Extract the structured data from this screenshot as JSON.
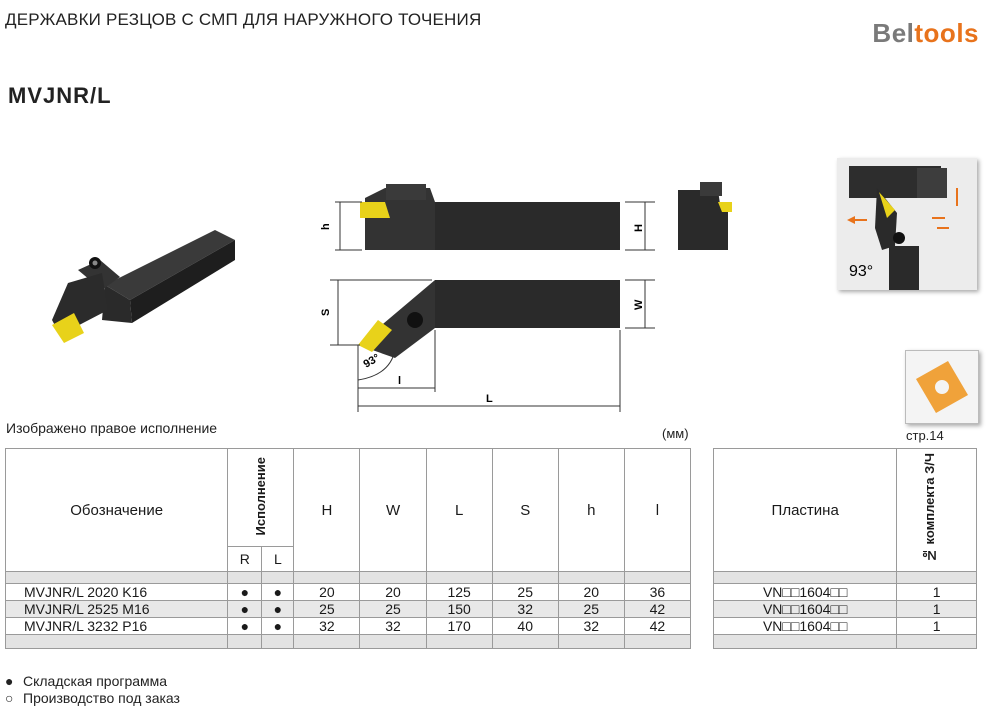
{
  "header": {
    "title": "ДЕРЖАВКИ РЕЗЦОВ С СМП ДЛЯ НАРУЖНОГО ТОЧЕНИЯ",
    "brand_part1": "Bel",
    "brand_part2": "tools"
  },
  "product_code": "MVJNR/L",
  "drawing": {
    "labels": {
      "h": "h",
      "H": "H",
      "S": "S",
      "W": "W",
      "angle": "93°",
      "l": "l",
      "L": "L"
    },
    "info_angle": "93°"
  },
  "caption": "Изображено правое исполнение",
  "units": "(мм)",
  "page_ref": "стр.14",
  "table": {
    "headers": {
      "designation": "Обозначение",
      "version": "Исполнение",
      "r": "R",
      "l_col": "L",
      "H": "H",
      "W": "W",
      "L": "L",
      "S": "S",
      "h": "h",
      "l": "l"
    },
    "rows": [
      {
        "designation": "MVJNR/L 2020 K16",
        "r": "●",
        "l_col": "●",
        "H": "20",
        "W": "20",
        "L": "125",
        "S": "25",
        "h": "20",
        "l": "36"
      },
      {
        "designation": "MVJNR/L 2525 M16",
        "r": "●",
        "l_col": "●",
        "H": "25",
        "W": "25",
        "L": "150",
        "S": "32",
        "h": "25",
        "l": "42"
      },
      {
        "designation": "MVJNR/L 3232 P16",
        "r": "●",
        "l_col": "●",
        "H": "32",
        "W": "32",
        "L": "170",
        "S": "40",
        "h": "32",
        "l": "42"
      }
    ]
  },
  "insert_table": {
    "headers": {
      "insert": "Пластина",
      "kit_no": "№ комплекта З/Ч"
    },
    "rows": [
      {
        "insert": "VN□□1604□□",
        "kit_no": "1"
      },
      {
        "insert": "VN□□1604□□",
        "kit_no": "1"
      },
      {
        "insert": "VN□□1604□□",
        "kit_no": "1"
      }
    ]
  },
  "legend": {
    "stock_symbol": "●",
    "stock_text": "Складская программа",
    "order_symbol": "○",
    "order_text": "Производство под заказ"
  },
  "colors": {
    "brand_gray": "#7a7a7a",
    "brand_orange": "#e8731c",
    "insert_yellow": "#e8d21a",
    "insert_orange": "#f0a23a",
    "body_dark": "#2a2a2a"
  }
}
